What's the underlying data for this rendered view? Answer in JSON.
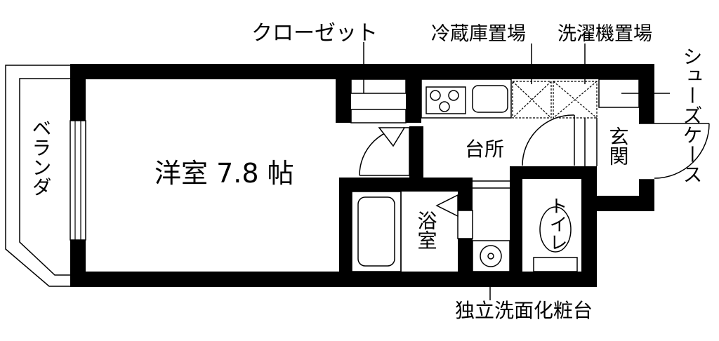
{
  "floorplan": {
    "rooms": {
      "western_room": "洋室 7.8 帖",
      "kitchen": "台所",
      "bath": "浴室",
      "toilet": "トイレ",
      "entrance": "玄関",
      "balcony": "ベランダ"
    },
    "callouts": {
      "closet": "クローゼット",
      "fridge_space": "冷蔵庫置場",
      "washer_space": "洗濯機置場",
      "shoe_case": "シューズケース",
      "vanity": "独立洗面化粧台"
    }
  }
}
